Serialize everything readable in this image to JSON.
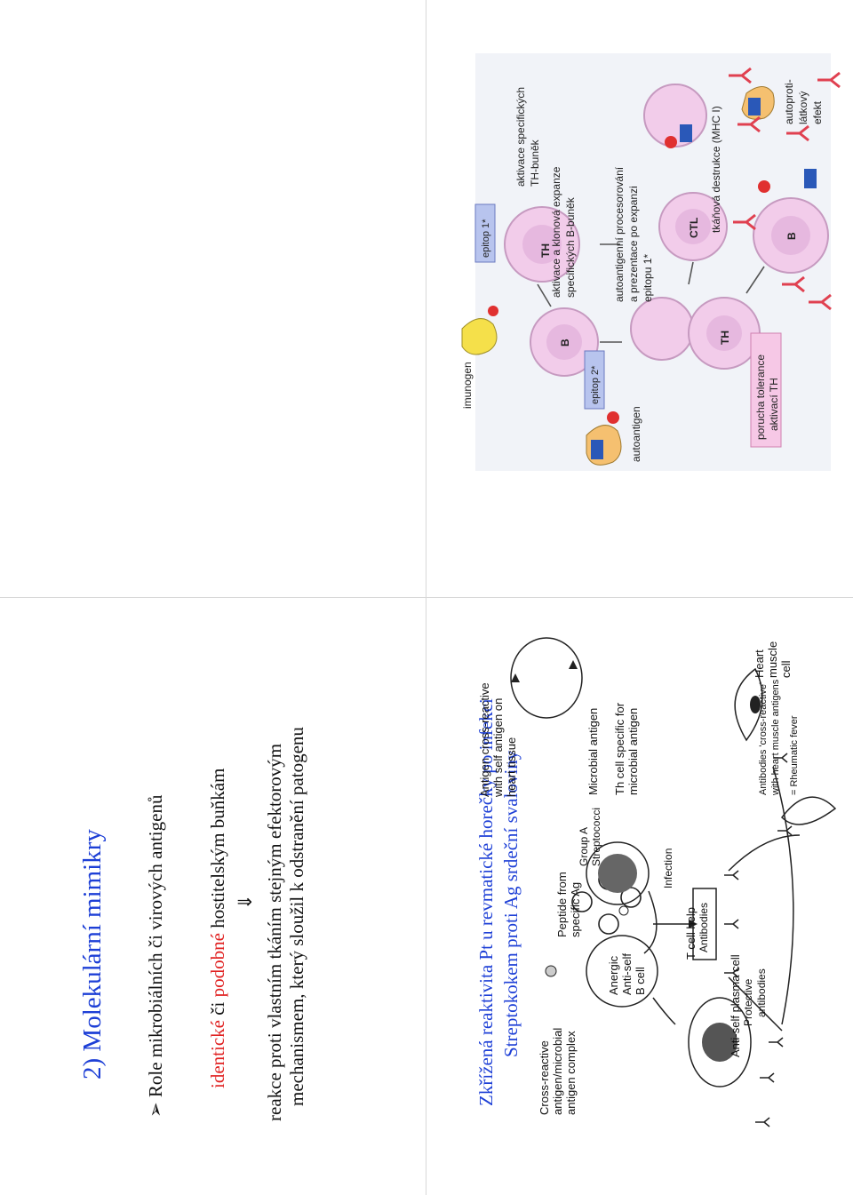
{
  "slide1": {
    "title": "2) Molekulární mimikry",
    "bullet_glyph": "➢",
    "bullet": "Role mikrobiálních či virových antigenů",
    "line2_red1": "identické",
    "line2_mid": " či ",
    "line2_red2": "podobné",
    "line2_rest": " hostitelským buňkám",
    "arrow": "⇓",
    "line3": "reakce proti vlastním tkáním stejným efektorovým",
    "line4": "mechanismem, který sloužil k odstranění patogenu"
  },
  "slide2": {
    "labels": {
      "imunogen": "imunogen",
      "epitop1": "epitop 1*",
      "epitop2": "epitop 2*",
      "th_top": "TH",
      "b_cell": "B",
      "th_mid": "TH",
      "ctl": "CTL",
      "b_bottom": "B",
      "autoantigen": "autoantigen",
      "aktivace_th_1": "aktivace specifických",
      "aktivace_th_2": "TH-buněk",
      "aktivace_b_1": "aktivace a klonová expanze",
      "aktivace_b_2": "specifických B-buněk",
      "proces_1": "autoantigenní procesorování",
      "proces_2": "a prezentace po expanzi",
      "proces_3": "epitopu 1*",
      "tkanova": "tkáňová destrukce (MHC I)",
      "porucha_1": "porucha tolerance",
      "porucha_2": "aktivací TH",
      "auto_1": "autoproti-",
      "auto_2": "látkový",
      "auto_3": "efekt"
    }
  },
  "slide3": {
    "line1": "Zkřížená reaktivita Pt u revmatické horečky po infekci",
    "line2": "Streptokokem proti Ag srdeční svaloviny",
    "labels": {
      "group_a_1": "Group A",
      "group_a_2": "Streptococci",
      "infection": "Infection",
      "antibodies": "Antibodies",
      "protective_1": "Protective",
      "protective_2": "antibodies",
      "cross_1": "Antibodies 'cross-reactive'",
      "cross_2": "with heart muscle antigens",
      "rheumatic": "= Rheumatic fever"
    }
  },
  "slide4": {
    "labels": {
      "antigen_cr_1": "Antigen cross-reactive",
      "antigen_cr_2": "with self antigen on",
      "antigen_cr_3": "heart tissue",
      "microbial": "Microbial antigen",
      "th_cell_1": "Th cell specific for",
      "th_cell_2": "microbial antigen",
      "heart_1": "Heart",
      "heart_2": "muscle",
      "heart_3": "cell",
      "peptide_1": "Peptide from",
      "peptide_2": "specific Ag",
      "cross_complex_1": "Cross-reactive",
      "cross_complex_2": "antigen/microbial",
      "cross_complex_3": "antigen complex",
      "anergic_1": "Anergic",
      "anergic_2": "Anti-self",
      "anergic_3": "B cell",
      "tcellhelp": "T cell help",
      "plasma": "Anti-self plasma cell"
    }
  }
}
